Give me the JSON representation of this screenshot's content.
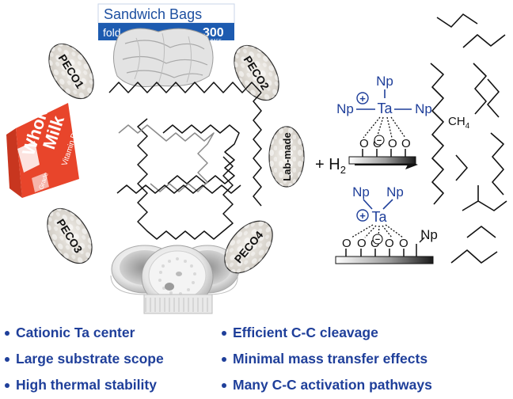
{
  "items": {
    "sandwich_bags": {
      "title": "Sandwich Bags",
      "sub_left": "fold",
      "count": "300",
      "count_unit": "BAGS"
    },
    "milk_carton": {
      "line1": "Whole",
      "line2": "Milk",
      "line3": "Vitamin D",
      "brand": "Grade"
    }
  },
  "ovals": [
    "PECO1",
    "PECO2",
    "PECO3",
    "PECO4",
    "Lab-made"
  ],
  "reaction": {
    "plus_reagent": "+ H",
    "reagent_sub": "2",
    "product_label": "CH",
    "product_sub": "4"
  },
  "catalyst_top": {
    "np_top": "Np",
    "np_left": "Np",
    "np_right": "Np",
    "metal": "Ta",
    "charge": "+",
    "o_labels": [
      "O",
      "O",
      "O",
      "O"
    ],
    "minus": "−"
  },
  "catalyst_bottom": {
    "np_left": "Np",
    "np_right": "Np",
    "metal": "Ta",
    "charge": "+",
    "o_labels": [
      "O",
      "O",
      "O",
      "O",
      "O"
    ],
    "np_surface": "Np",
    "minus": "−"
  },
  "bullets": {
    "left": [
      "Cationic Ta center",
      "Large substrate scope",
      "High thermal stability"
    ],
    "right": [
      "Efficient C-C cleavage",
      "Minimal mass transfer effects",
      "Many C-C activation pathways"
    ]
  },
  "colors": {
    "accent_blue": "#1f3f9a",
    "carton_orange": "#e8452b",
    "oval_fill": "#e4e0da",
    "bag_blue": "#1d5bb0"
  }
}
